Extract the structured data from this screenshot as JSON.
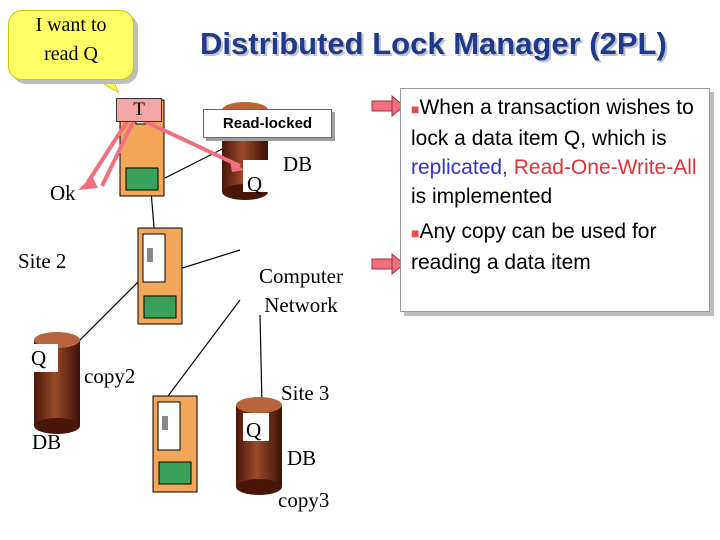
{
  "callout": {
    "line1": "I want to",
    "line2": "read Q"
  },
  "title": "Distributed Lock Manager (2PL)",
  "transaction_label": "T",
  "ok_label": "Ok",
  "lock_status": "Read-locked",
  "site1": {
    "db_label": "DB",
    "item_label": "Q"
  },
  "site2": {
    "site_label": "Site 2",
    "item_label": "Q",
    "copy_label": "copy2",
    "db_label": "DB"
  },
  "network_label": {
    "line1": "Computer",
    "line2": "Network"
  },
  "site3": {
    "site_label": "Site 3",
    "item_label": "Q",
    "db_label": "DB",
    "copy_label": "copy3"
  },
  "bullets": {
    "b1_pre": "When a transaction wishes to lock a data item Q, which is ",
    "b1_replicated": "replicated,",
    "b1_rowa": "Read-One-Write-All",
    "b1_post": " is implemented",
    "b2": "Any copy can be used for reading a data item"
  },
  "colors": {
    "title": "#1f3a8c",
    "callout": "#ffff66",
    "transaction": "#f4a6a6",
    "computer_orange": "#f2a65a",
    "computer_green": "#3aa05a",
    "db": "#6b2a14",
    "arrow": "#f07080"
  }
}
